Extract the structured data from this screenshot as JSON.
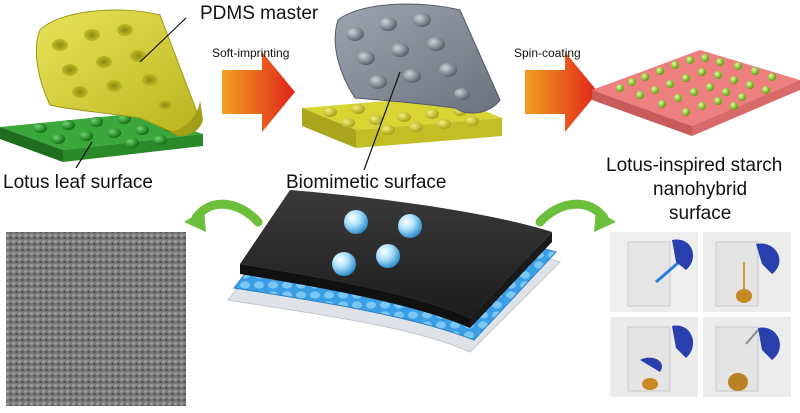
{
  "labels": {
    "pdms_master": "PDMS master",
    "soft_imprinting": "Soft-imprinting",
    "spin_coating": "Spin-coating",
    "lotus_leaf_surface": "Lotus leaf surface",
    "biomimetic_surface": "Biomimetic surface",
    "lotus_inspired_line1": "Lotus-inspired starch",
    "lotus_inspired_line2": "nanohybrid",
    "lotus_inspired_line3": "surface"
  },
  "colors": {
    "lotus_green": "#2e8b2e",
    "pdms_yellow": "#d8d434",
    "replica_gray": "#8a8f9c",
    "starch_pink": "#ee7f7f",
    "nanoparticle_green": "#a8d83a",
    "arrow_red": "#e23a1e",
    "curved_arrow_green": "#6bbf3a",
    "droplet_blue": "#6fc3ec",
    "film_black": "#2b2b2b",
    "film_blue": "#3b9fe8"
  }
}
